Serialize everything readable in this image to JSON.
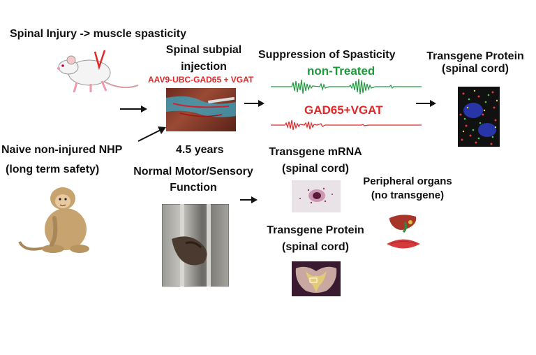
{
  "top_title": "Spinal Injury -> muscle spasticity",
  "subpial_title": "Spinal subpial injection",
  "vector_label": "AAV9-UBC-GAD65 + VGAT",
  "suppression_title": "Suppression of Spasticity",
  "non_treated_label": "non-Treated",
  "treated_label": "GAD65+VGAT",
  "transgene_protein_top": "Transgene Protein (spinal cord)",
  "naive_label_line1": "Naive non-injured NHP",
  "naive_label_line2": "(long term safety)",
  "years_label": "4.5 years",
  "motor_label": "Normal Motor/Sensory Function",
  "mrna_label": "Transgene mRNA (spinal cord)",
  "peripheral_label": "Peripheral organs (no transgene)",
  "transgene_protein_bottom": "Transgene Protein (spinal cord)",
  "colors": {
    "red": "#e02727",
    "green": "#1e9a3c"
  }
}
